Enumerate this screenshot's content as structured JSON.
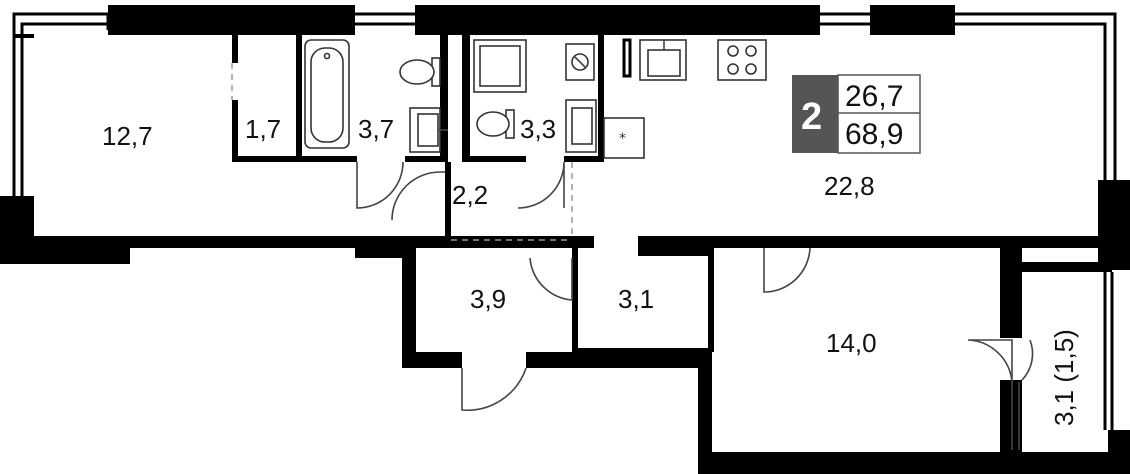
{
  "rooms": {
    "living_left": "12,7",
    "closet": "1,7",
    "bathroom": "3,7",
    "wc_shower": "3,3",
    "hall": "2,2",
    "kitchen_living": "22,8",
    "storage_a": "3,9",
    "storage_b": "3,1",
    "bedroom": "14,0",
    "balcony": "3,1 (1,5)"
  },
  "badge": {
    "rooms_count": "2",
    "living_area": "26,7",
    "total_area": "68,9"
  },
  "colors": {
    "wall": "#000000",
    "badge_bg": "#555555",
    "background": "#ffffff"
  }
}
